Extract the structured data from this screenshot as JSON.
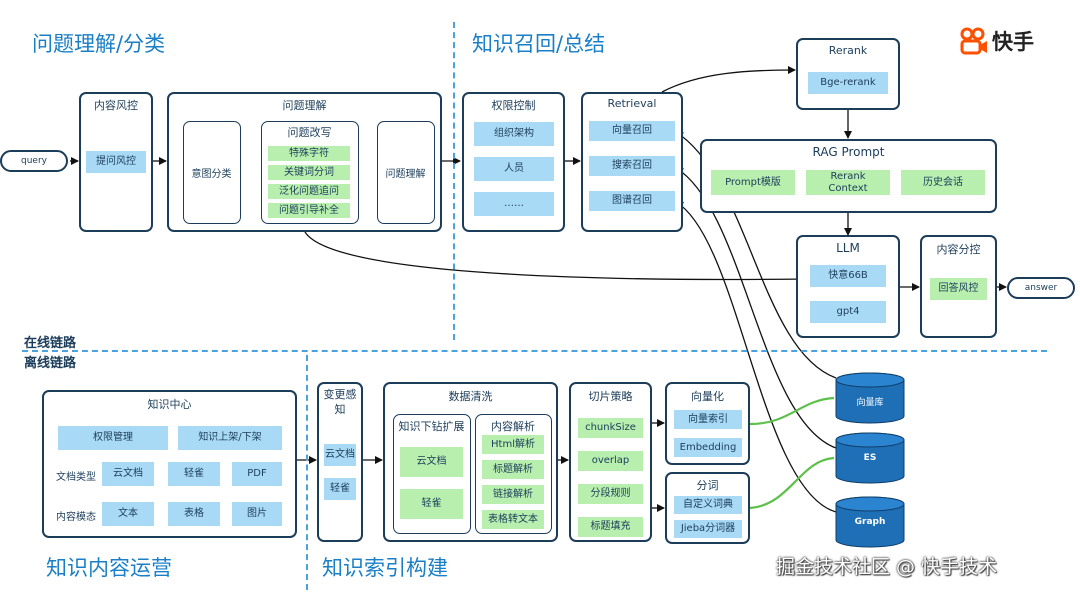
{
  "sections": {
    "query_understanding": "问题理解/分类",
    "knowledge_recall": "知识召回/总结",
    "content_ops": "知识内容运营",
    "index_build": "知识索引构建"
  },
  "divider": {
    "online": "在线链路",
    "offline": "离线链路"
  },
  "logo": {
    "text": "快手"
  },
  "query_node": "query",
  "answer_node": "answer",
  "content_risk": {
    "title": "内容风控",
    "item": "提问风控"
  },
  "question_understanding": {
    "title": "问题理解",
    "intent": "意图分类",
    "rewrite_title": "问题改写",
    "rewrite_items": [
      "特殊字符",
      "关键词分词",
      "泛化问题追问",
      "问题引导补全"
    ],
    "understand": "问题理解"
  },
  "permission": {
    "title": "权限控制",
    "items": [
      "组织架构",
      "人员",
      "……"
    ]
  },
  "retrieval": {
    "title": "Retrieval",
    "items": [
      "向量召回",
      "搜索召回",
      "图谱召回"
    ]
  },
  "rerank": {
    "title": "Rerank",
    "item": "Bge-rerank"
  },
  "rag_prompt": {
    "title": "RAG Prompt",
    "items": [
      "Prompt模版",
      "Rerank\nContext",
      "历史会话"
    ]
  },
  "llm": {
    "title": "LLM",
    "items": [
      "快意66B",
      "gpt4"
    ]
  },
  "answer_risk": {
    "title": "内容分控",
    "item": "回答风控"
  },
  "knowledge_center": {
    "title": "知识中心",
    "top_items": [
      "权限管理",
      "知识上架/下架"
    ],
    "row1_label": "文档类型",
    "row1_items": [
      "云文档",
      "轻雀",
      "PDF"
    ],
    "row2_label": "内容模态",
    "row2_items": [
      "文本",
      "表格",
      "图片"
    ]
  },
  "change_perception": {
    "title": "变更感\n知",
    "items": [
      "云文档",
      "轻雀"
    ]
  },
  "data_cleaning": {
    "title": "数据清洗",
    "drill_title": "知识下钻扩展",
    "drill_items": [
      "云文档",
      "轻雀"
    ],
    "parse_title": "内容解析",
    "parse_items": [
      "Html解析",
      "标题解析",
      "链接解析",
      "表格转文本"
    ]
  },
  "chunking": {
    "title": "切片策略",
    "items": [
      "chunkSize",
      "overlap",
      "分段规则",
      "标题填充"
    ]
  },
  "vectorize": {
    "title": "向量化",
    "items": [
      "向量索引",
      "Embedding"
    ]
  },
  "tokenize": {
    "title": "分词",
    "items": [
      "自定义词典",
      "Jieba分词器"
    ]
  },
  "stores": [
    "向量库",
    "ES",
    "Graph"
  ],
  "watermark": "掘金技术社区 @ 快手技术",
  "colors": {
    "section_title": "#1a7fc6",
    "box_border": "#1c3d5a",
    "blue_label": "#a9daf5",
    "green_label": "#b8eeae",
    "cylinder": "#1f6fb7",
    "green_connector": "#5cc04a",
    "logo": "#ff5000"
  }
}
